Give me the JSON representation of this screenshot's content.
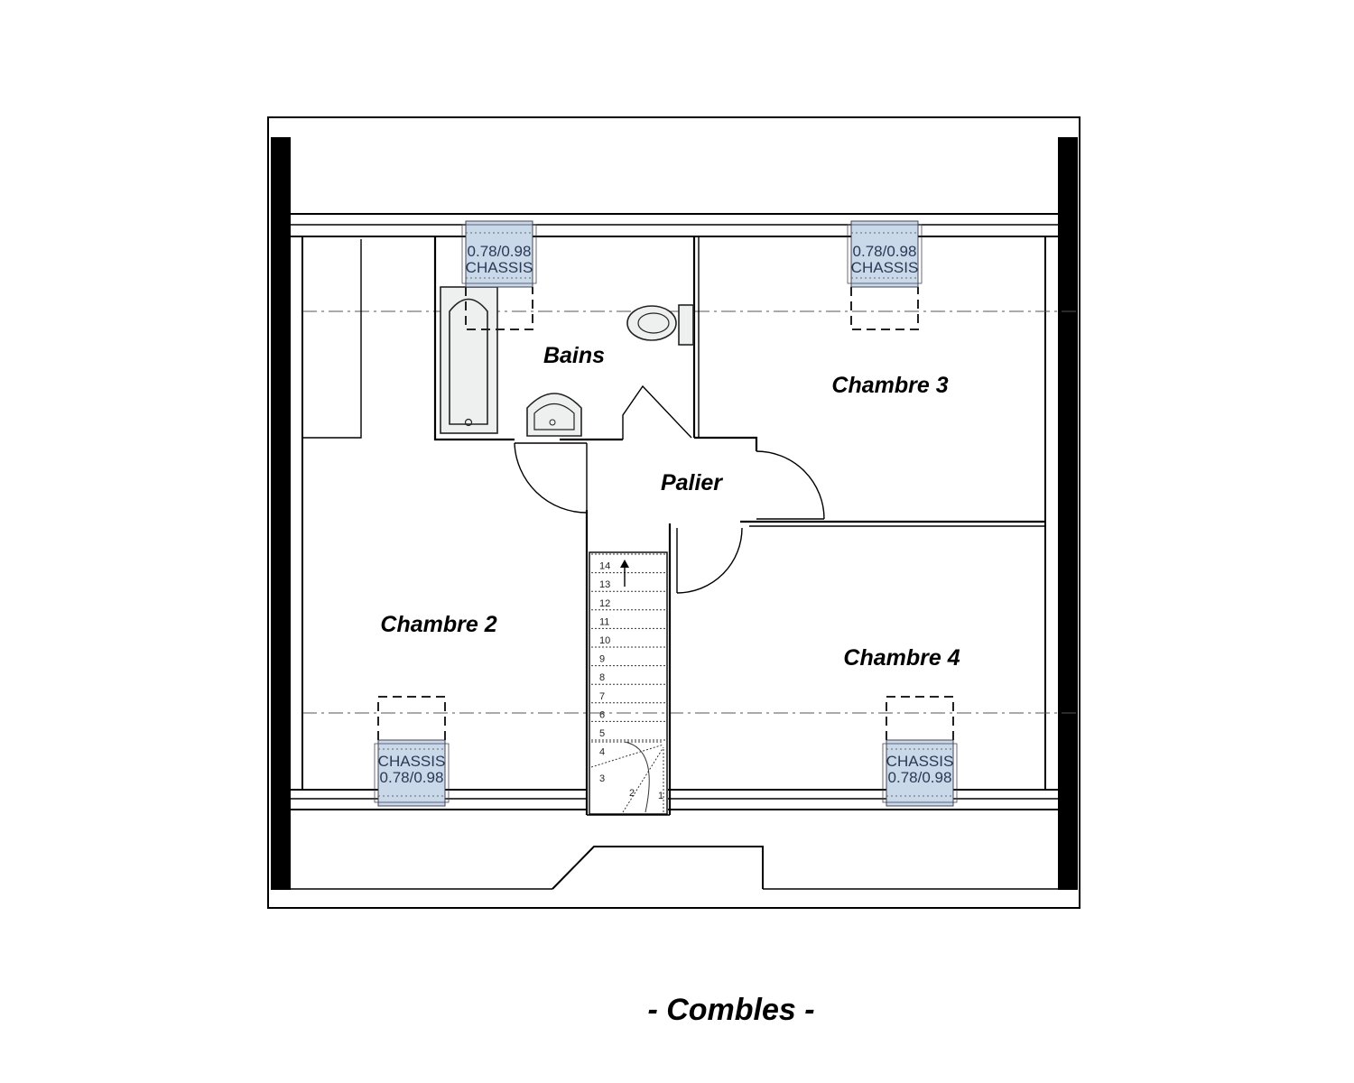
{
  "title": "- Combles -",
  "rooms": {
    "bains": "Bains",
    "palier": "Palier",
    "chambre2": "Chambre 2",
    "chambre3": "Chambre 3",
    "chambre4": "Chambre 4"
  },
  "windows": {
    "label": "CHASSIS",
    "size": "0.78/0.98"
  },
  "stairs": {
    "steps": [
      "1",
      "2",
      "3",
      "4",
      "5",
      "6",
      "7",
      "8",
      "9",
      "10",
      "11",
      "12",
      "13",
      "14"
    ]
  },
  "colors": {
    "wall": "#000000",
    "window_fill": "#c9d9ea",
    "fixture_fill": "#eef0f0"
  }
}
